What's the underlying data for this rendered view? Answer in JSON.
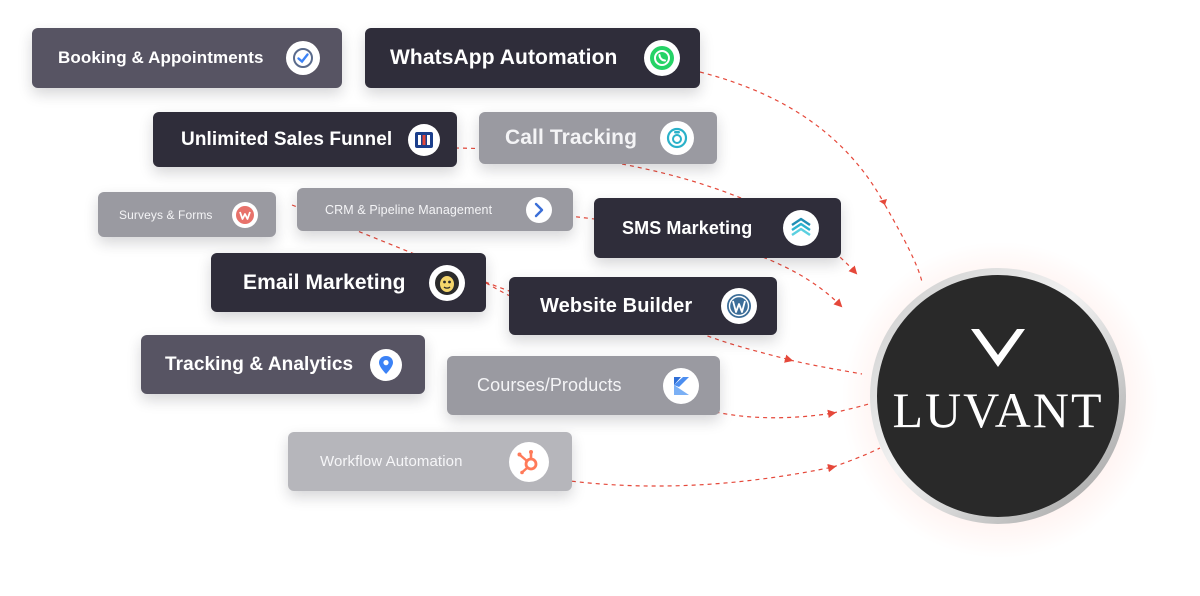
{
  "brand": {
    "name": "LUVANT"
  },
  "colors": {
    "pill_dark": "#2f2d3a",
    "pill_mid": "#575463",
    "pill_light": "#9a9aa1",
    "connector": "#e5483a",
    "logo_bg": "#292929"
  },
  "features": [
    {
      "label": "Booking & Appointments",
      "icon": "calendar-check-icon"
    },
    {
      "label": "WhatsApp Automation",
      "icon": "whatsapp-icon"
    },
    {
      "label": "Unlimited Sales Funnel",
      "icon": "funnel-builder-icon"
    },
    {
      "label": "Call Tracking",
      "icon": "call-tracking-icon"
    },
    {
      "label": "Surveys & Forms",
      "icon": "forms-w-icon"
    },
    {
      "label": "CRM & Pipeline Management",
      "icon": "pipeline-arrow-icon"
    },
    {
      "label": "SMS Marketing",
      "icon": "sms-stack-icon"
    },
    {
      "label": "Email Marketing",
      "icon": "mailchimp-icon"
    },
    {
      "label": "Website Builder",
      "icon": "wordpress-icon"
    },
    {
      "label": "Tracking & Analytics",
      "icon": "location-pin-icon"
    },
    {
      "label": "Courses/Products",
      "icon": "kajabi-icon"
    },
    {
      "label": "Workflow Automation",
      "icon": "hubspot-icon"
    }
  ]
}
